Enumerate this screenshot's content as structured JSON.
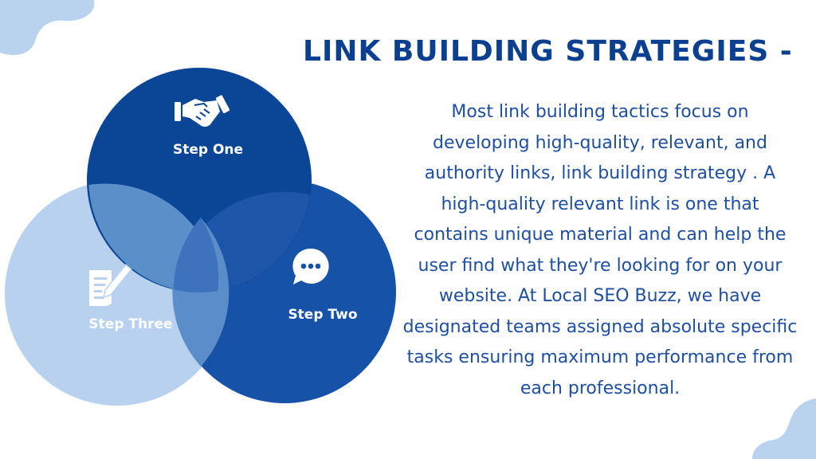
{
  "slide": {
    "title": "LINK BUILDING STRATEGIES -",
    "body": "Most link building tactics focus on developing high-quality, relevant, and authority links, link building strategy . A high-quality relevant link is one that contains unique material and can help the user find what they're looking for on your website. At Local SEO Buzz, we have designated teams assigned absolute specific tasks ensuring maximum performance from each professional."
  },
  "venn": {
    "steps": [
      {
        "label": "Step One",
        "icon": "handshake-icon",
        "color": "#0b4596"
      },
      {
        "label": "Step Two",
        "icon": "chat-bubble-icon",
        "color": "#1652a8"
      },
      {
        "label": "Step Three",
        "icon": "document-pen-icon",
        "color": "#b7d1ef"
      }
    ]
  },
  "colors": {
    "title": "#0b3f8f",
    "body_text": "#1f4fa0",
    "corner_blob": "#b9d3ee"
  }
}
